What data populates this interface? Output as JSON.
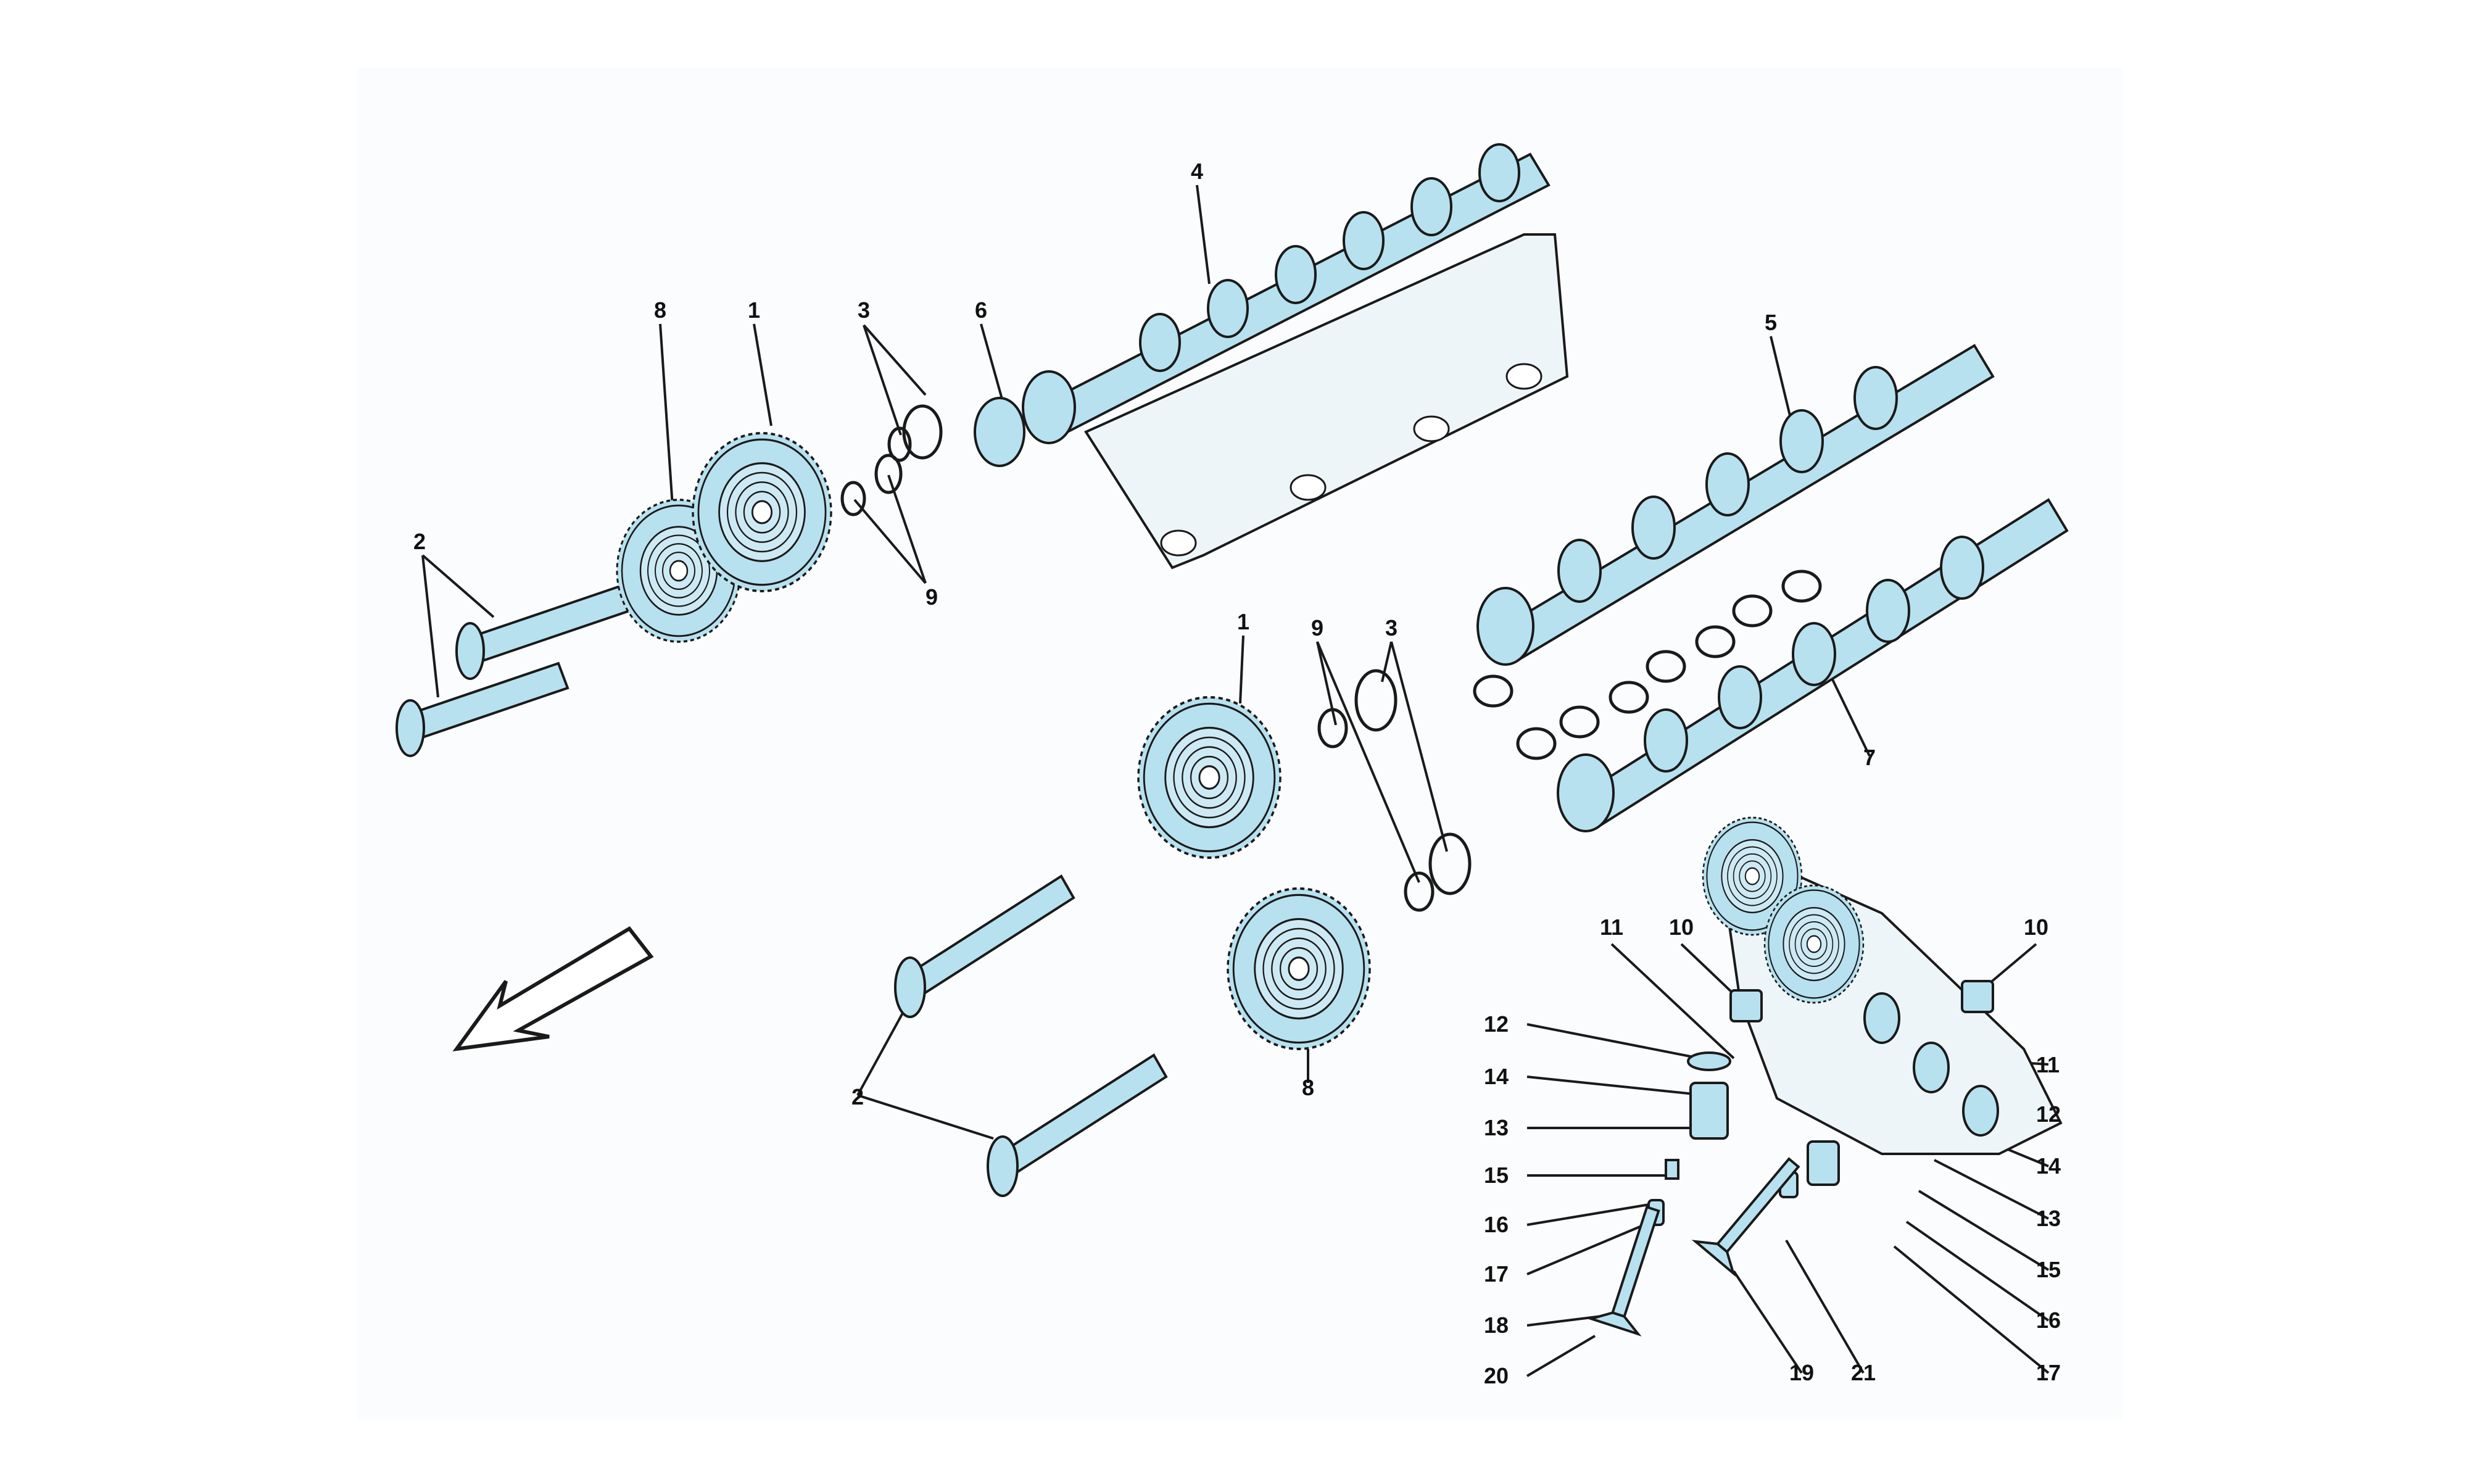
{
  "diagram": {
    "colors": {
      "background": "#ffffff",
      "panel": "#fbfcfd",
      "part_fill": "#b7e1ef",
      "part_stroke": "#1a1a1a",
      "leader": "#1a1a1a"
    },
    "callouts": {
      "c1": "1",
      "c2": "2",
      "c3": "3",
      "c4": "4",
      "c5": "5",
      "c6": "6",
      "c7": "7",
      "c8": "8",
      "c9": "9",
      "c10": "10",
      "c11": "11",
      "c12": "12",
      "c13": "13",
      "c14": "14",
      "c15": "15",
      "c16": "16",
      "c17": "17",
      "c18": "18",
      "c19": "19",
      "c20": "20",
      "c21": "21"
    },
    "arrow_icon": "direction-arrow-icon"
  }
}
